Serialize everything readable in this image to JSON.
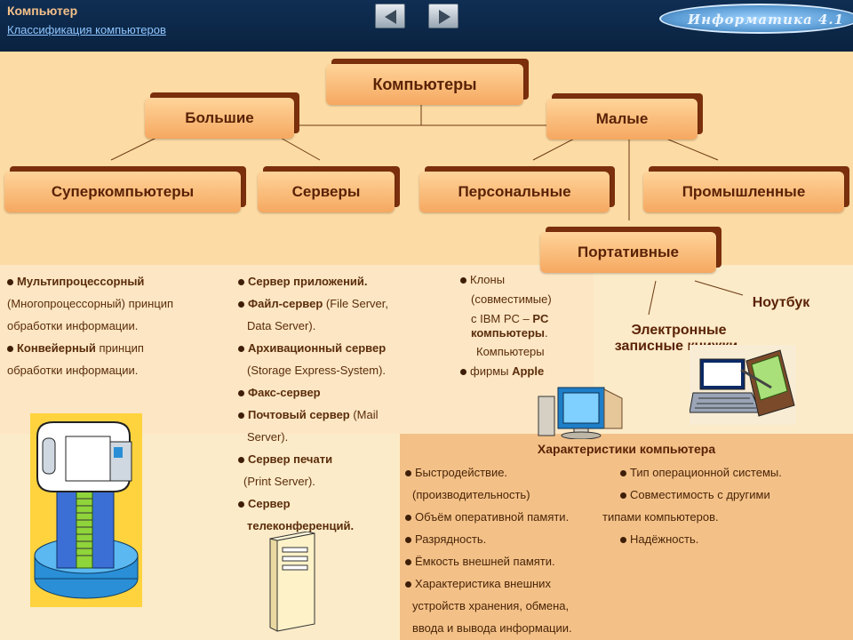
{
  "header": {
    "title": "Компьютер",
    "subtitle": "Классификация компьютеров",
    "badge": "Информатика 4.1"
  },
  "tree": {
    "root": "Компьютеры",
    "big": "Большие",
    "small": "Малые",
    "super": "Суперкомпьютеры",
    "servers": "Серверы",
    "personal": "Персональные",
    "industrial": "Промышленные",
    "portable": "Портативные",
    "notebook": "Ноутбук",
    "pda_line1": "Электронные",
    "pda_line2": "записные книжки"
  },
  "super_list": {
    "item1_bold": "Мультипроцессорный",
    "item1_line2": "(Многопроцессорный) принцип",
    "item1_line3": "обработки информации.",
    "item2_bold": "Конвейерный",
    "item2_rest": " принцип",
    "item2_line2": "обработки информации."
  },
  "server_list": {
    "s1": "Сервер приложений.",
    "s2_bold": "Файл-сервер",
    "s2_rest": " (File Server,",
    "s2_line2": "Data Server).",
    "s3_bold": "Архивационный сервер",
    "s3_line2": "(Storage Express-System).",
    "s4": "Факс-сервер",
    "s5_bold": "Почтовый сервер",
    "s5_rest": " (Mail",
    "s5_line2": "Server).",
    "s6_bold": "Сервер печати",
    "s6_line2": "(Print Server).",
    "s7_line1": "Сервер",
    "s7_line2": "телеконференций."
  },
  "personal_list": {
    "p1_line1": "Клоны",
    "p1_line2": "(совместимые)",
    "p1_line3_pre": "с IBM PC – ",
    "p1_line3_bold": "PC",
    "p1_line4_bold": "компьютеры",
    "p1_line4_rest": ".",
    "p2_line1": "Компьютеры",
    "p2_line2_pre": "фирмы ",
    "p2_line2_bold": "Apple"
  },
  "characteristics": {
    "title": "Характеристики компьютера",
    "left": [
      "Быстродействие.",
      "(производительность)",
      "Объём оперативной памяти.",
      "Разрядность.",
      "Ёмкость внешней памяти.",
      "Характеристика внешних",
      "устройств хранения, обмена,",
      "ввода и вывода информации."
    ],
    "right": [
      "Тип операционной системы.",
      "Совместимость с другими",
      "типами компьютеров.",
      "Надёжность."
    ]
  }
}
